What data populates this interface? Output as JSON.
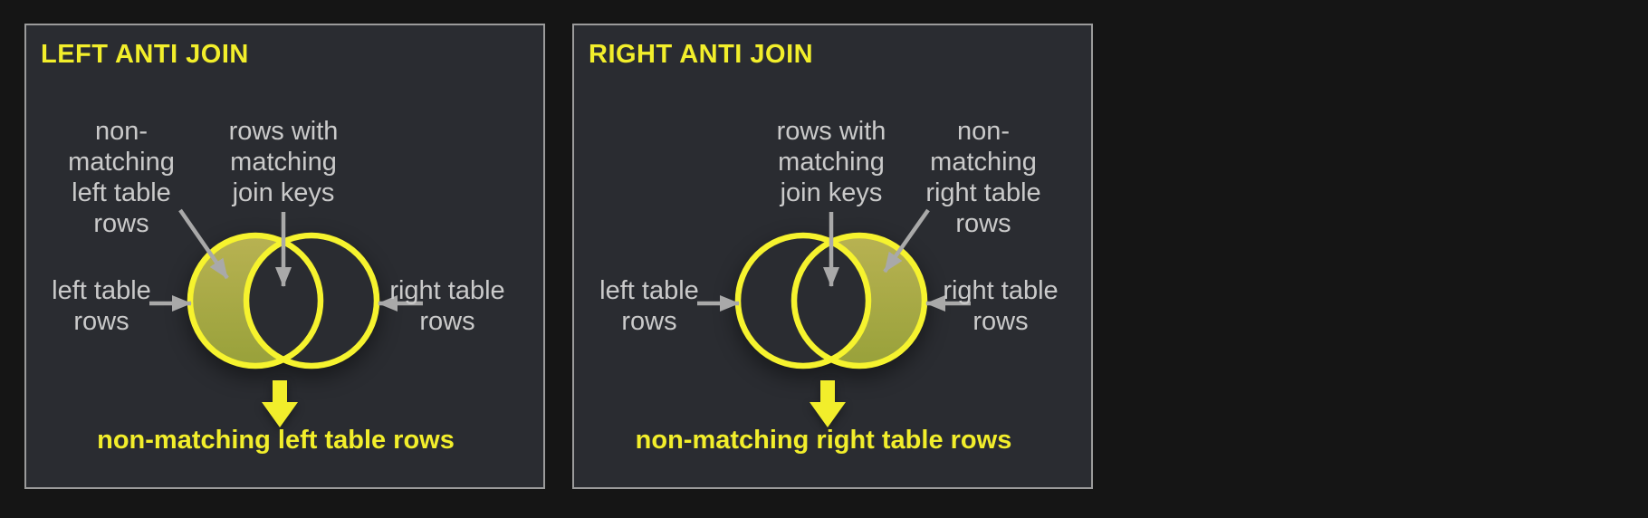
{
  "colors": {
    "page_bg": "#151515",
    "panel_bg": "#2a2c31",
    "panel_border": "#9b9b9b",
    "accent_yellow": "#f2ee2b",
    "circle_stroke": "#f6f32e",
    "crescent_top": "#b8b252",
    "crescent_bottom": "#98a13a",
    "label_gray": "#cacaca",
    "arrow_gray": "#a9a9a9"
  },
  "panels": [
    {
      "title": "LEFT ANTI JOIN",
      "filled_side": "left",
      "labels": {
        "non_matching": "non-\nmatching\nleft table\nrows",
        "matching": "rows with\nmatching\njoin keys",
        "left_table": "left table\nrows",
        "right_table": "right table\nrows"
      },
      "result": "non-matching left table rows"
    },
    {
      "title": "RIGHT ANTI JOIN",
      "filled_side": "right",
      "labels": {
        "non_matching": "non-\nmatching\nright table\nrows",
        "matching": "rows with\nmatching\njoin keys",
        "left_table": "left table\nrows",
        "right_table": "right table\nrows"
      },
      "result": "non-matching right table rows"
    }
  ]
}
